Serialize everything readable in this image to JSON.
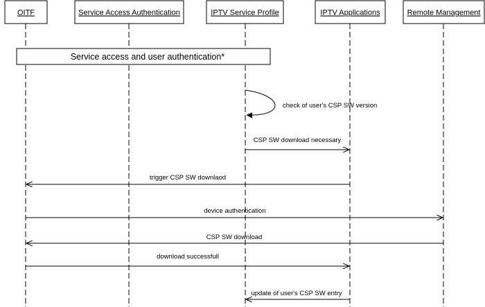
{
  "participants": [
    {
      "id": "oitf",
      "label": "OITF"
    },
    {
      "id": "saa",
      "label": "Service Access Authentication"
    },
    {
      "id": "isp",
      "label": "IPTV Service Profile"
    },
    {
      "id": "iapps",
      "label": "IPTV Applications"
    },
    {
      "id": "rm",
      "label": "Remote Management"
    }
  ],
  "note": {
    "text": "Service access and user authentication*",
    "from": "oitf",
    "to": "isp"
  },
  "messages": [
    {
      "from": "isp",
      "to": "isp",
      "label": "check of user's CSP SW version",
      "self": true
    },
    {
      "from": "isp",
      "to": "iapps",
      "label": "CSP SW download necessary"
    },
    {
      "from": "iapps",
      "to": "oitf",
      "label": "trigger CSP SW downlaod"
    },
    {
      "from": "oitf",
      "to": "rm",
      "label": "device authentication"
    },
    {
      "from": "rm",
      "to": "oitf",
      "label": "CSP SW download"
    },
    {
      "from": "oitf",
      "to": "iapps",
      "label": "download successfull"
    },
    {
      "from": "iapps",
      "to": "isp",
      "label": "update of user's CSP SW entry"
    }
  ]
}
